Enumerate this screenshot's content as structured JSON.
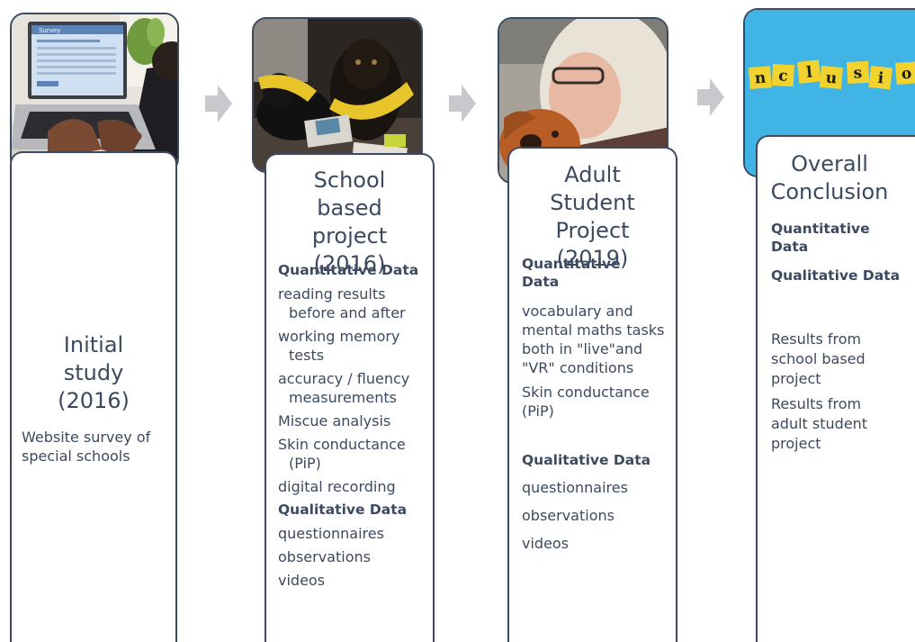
{
  "laptop_screen": {
    "title": "Survey"
  },
  "conclusion_tiles": [
    "n",
    "c",
    "l",
    "u",
    "s",
    "i",
    "o"
  ],
  "columns": [
    {
      "title": "Initial study (2016)",
      "description": "Website survey of special schools"
    },
    {
      "title": "School based project (2016)",
      "quantitative_heading": "Quantitative Data",
      "quantitative_items": [
        "reading results before and after",
        "working memory tests",
        "accuracy / fluency measurements",
        "Miscue analysis",
        "Skin conductance (PiP)",
        "digital recording"
      ],
      "qualitative_heading": "Qualitative Data",
      "qualitative_items": [
        "questionnaires",
        "observations",
        "videos"
      ]
    },
    {
      "title": "Adult Student Project (2019)",
      "quantitative_heading": "Quantitative Data",
      "quantitative_items": [
        "vocabulary and mental maths tasks both in \"live\"and \"VR\" conditions",
        "Skin conductance (PiP)"
      ],
      "qualitative_heading": "Qualitative Data",
      "qualitative_items": [
        "questionnaires",
        "observations",
        "videos"
      ]
    },
    {
      "title": "Overall Conclusion",
      "quantitative_heading": "Quantitative Data",
      "qualitative_heading": "Qualitative Data",
      "results": [
        "Results from school based project",
        "Results from adult student project"
      ]
    }
  ],
  "colors": {
    "border": "#3b4a61",
    "arrow": "#c7c9cc",
    "tile": "#f2d22e",
    "sky": "#41b4e6"
  }
}
